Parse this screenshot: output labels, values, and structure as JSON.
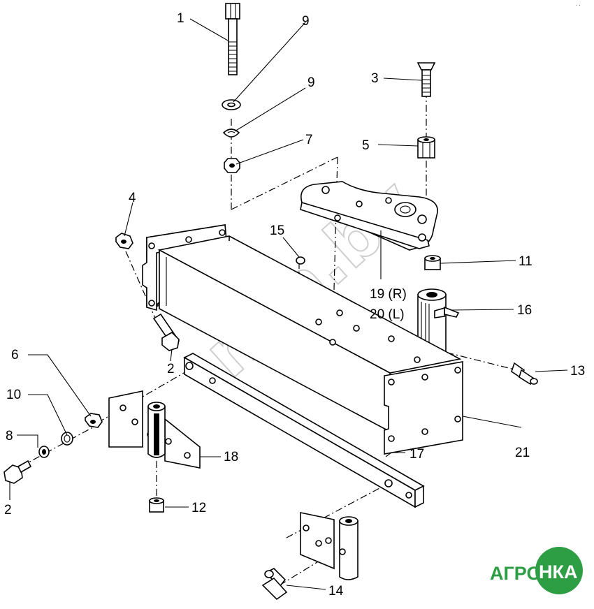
{
  "callouts": [
    {
      "id": "c1",
      "text": "1"
    },
    {
      "id": "c9a",
      "text": "9"
    },
    {
      "id": "c9b",
      "text": "9"
    },
    {
      "id": "c7",
      "text": "7"
    },
    {
      "id": "c3",
      "text": "3"
    },
    {
      "id": "c5",
      "text": "5"
    },
    {
      "id": "c4",
      "text": "4"
    },
    {
      "id": "c15",
      "text": "15"
    },
    {
      "id": "c19",
      "text": "19 (R)"
    },
    {
      "id": "c20",
      "text": "20 (L)"
    },
    {
      "id": "c11",
      "text": "11"
    },
    {
      "id": "c16",
      "text": "16"
    },
    {
      "id": "c13",
      "text": "13"
    },
    {
      "id": "c2a",
      "text": "2"
    },
    {
      "id": "c6",
      "text": "6"
    },
    {
      "id": "c10",
      "text": "10"
    },
    {
      "id": "c8",
      "text": "8"
    },
    {
      "id": "c2b",
      "text": "2"
    },
    {
      "id": "c18",
      "text": "18"
    },
    {
      "id": "c12",
      "text": "12"
    },
    {
      "id": "c17",
      "text": "17"
    },
    {
      "id": "c21",
      "text": "21"
    },
    {
      "id": "c14",
      "text": "14"
    }
  ],
  "watermark": "nka.by",
  "logo": {
    "left": "АГРО",
    "right": "НКА",
    "color_green": "#2e9e45",
    "color_white": "#ffffff"
  },
  "corner_mark": "· ·"
}
